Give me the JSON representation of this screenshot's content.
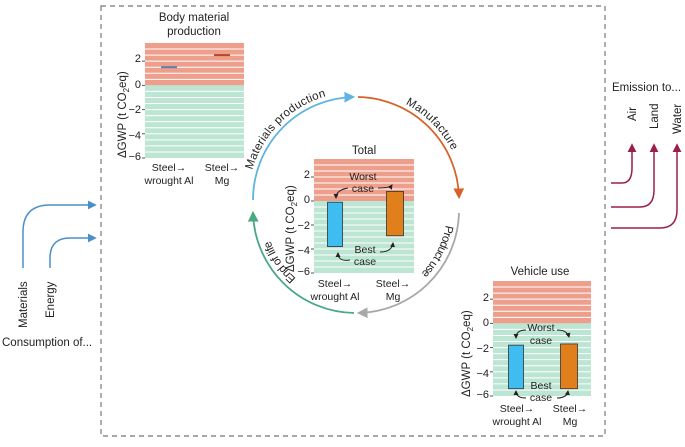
{
  "colors": {
    "positive_band": "#ee9f8c",
    "negative_band": "#bde5d4",
    "band_line": "#ffffff",
    "frame": "#8c8c8c",
    "blue_bar": "#3fbdf0",
    "orange_bar": "#e07f1c",
    "arrow_blue": "#4a90c8",
    "arrow_red": "#9c1f4a",
    "arc_blue": "#5fb4e0",
    "arc_orange": "#d6622a",
    "arc_gray": "#a8a8a8",
    "arc_green": "#4aa882"
  },
  "consumption": {
    "label": "Consumption of...",
    "materials": "Materials",
    "energy": "Energy"
  },
  "emission": {
    "label": "Emission to...",
    "air": "Air",
    "land": "Land",
    "water": "Water"
  },
  "cycle": {
    "materials_production": "Materials production",
    "manufacture": "Manufacture",
    "product_use": "Product use",
    "end_of_life": "End of life"
  },
  "charts": {
    "body": {
      "title_line1": "Body material",
      "title_line2": "production",
      "ylabel_prefix": "ΔGWP (t CO",
      "ylabel_sub": "2",
      "ylabel_suffix": "eq)",
      "yticks": [
        "2",
        "0",
        "−2",
        "−4",
        "−6"
      ],
      "cat1_line1": "Steel→",
      "cat1_line2": "wrought Al",
      "cat2_line1": "Steel→",
      "cat2_line2": "Mg"
    },
    "total": {
      "title": "Total",
      "ylabel_prefix": "ΔGWP (t CO",
      "ylabel_sub": "2",
      "ylabel_suffix": "eq)",
      "yticks": [
        "2",
        "0",
        "−2",
        "−4",
        "−6"
      ],
      "worst_line1": "Worst",
      "worst_line2": "case",
      "best_line1": "Best",
      "best_line2": "case",
      "cat1_line1": "Steel→",
      "cat1_line2": "wrought Al",
      "cat2_line1": "Steel→",
      "cat2_line2": "Mg"
    },
    "vehicle": {
      "title": "Vehicle use",
      "ylabel_prefix": "ΔGWP (t CO",
      "ylabel_sub": "2",
      "ylabel_suffix": "eq)",
      "yticks": [
        "2",
        "0",
        "−2",
        "−4",
        "−6"
      ],
      "worst_line1": "Worst",
      "worst_line2": "case",
      "best_line1": "Best",
      "best_line2": "case",
      "cat1_line1": "Steel→",
      "cat1_line2": "wrought Al",
      "cat2_line1": "Steel→",
      "cat2_line2": "Mg"
    }
  },
  "chart_data": [
    {
      "type": "bar",
      "title": "Body material production",
      "ylabel": "ΔGWP (t CO2eq)",
      "ylim": [
        -6,
        3.5
      ],
      "categories": [
        "Steel→ wrought Al",
        "Steel→ Mg"
      ],
      "values": [
        1.5,
        2.5
      ],
      "grid": true
    },
    {
      "type": "bar",
      "title": "Total",
      "ylabel": "ΔGWP (t CO2eq)",
      "ylim": [
        -6,
        3.5
      ],
      "categories": [
        "Steel→ wrought Al",
        "Steel→ Mg"
      ],
      "ranges": [
        [
          -3.8,
          -0.1
        ],
        [
          -2.9,
          0.8
        ]
      ],
      "annotations": [
        "Worst case",
        "Best case"
      ],
      "grid": true
    },
    {
      "type": "bar",
      "title": "Vehicle use",
      "ylabel": "ΔGWP (t CO2eq)",
      "ylim": [
        -6,
        3.5
      ],
      "categories": [
        "Steel→ wrought Al",
        "Steel→ Mg"
      ],
      "ranges": [
        [
          -5.4,
          -1.8
        ],
        [
          -5.4,
          -1.7
        ]
      ],
      "annotations": [
        "Worst case",
        "Best case"
      ],
      "grid": true
    }
  ]
}
